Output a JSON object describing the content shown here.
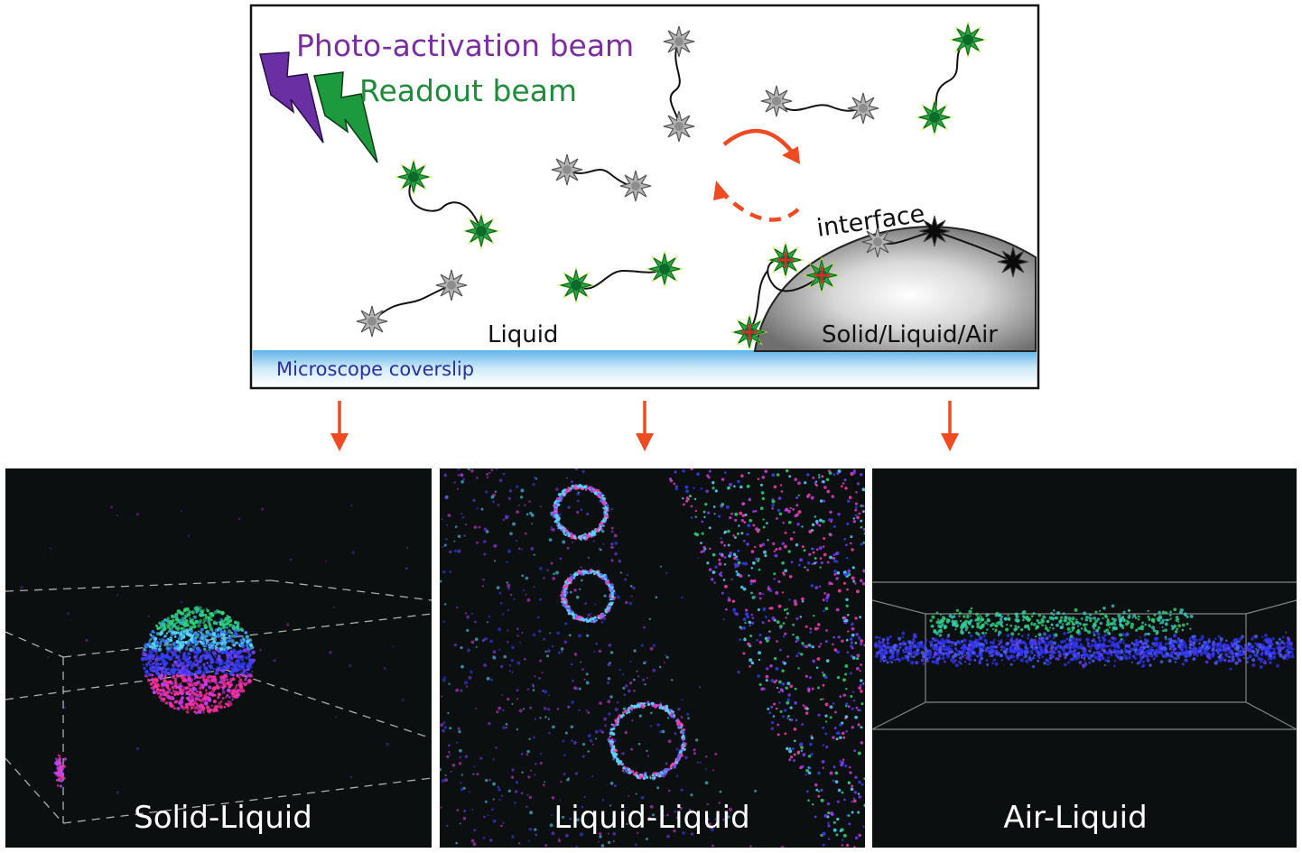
{
  "schematic": {
    "photo_activation_label": "Photo-activation beam",
    "readout_label": "Readout beam",
    "interface_label": "interface",
    "liquid_label": "Liquid",
    "solid_liquid_air_label": "Solid/Liquid/Air",
    "coverslip_label": "Microscope coverslip"
  },
  "panels": [
    {
      "label": "Solid-Liquid"
    },
    {
      "label": "Liquid-Liquid"
    },
    {
      "label": "Air-Liquid"
    }
  ],
  "colors": {
    "photo_activation": "#7a2ea0",
    "readout": "#1e8c3a",
    "arrow": "#f04a23",
    "coverslip": "#9fd4f0",
    "coverslip_text": "#2b2f9e",
    "panel_bg": "#0b0f0f",
    "probe_dark": "#0a0a0a",
    "probe_gray": "#b5b5b5",
    "probe_green": "#2aa54a",
    "probe_green_glow": "#a8f03a"
  }
}
